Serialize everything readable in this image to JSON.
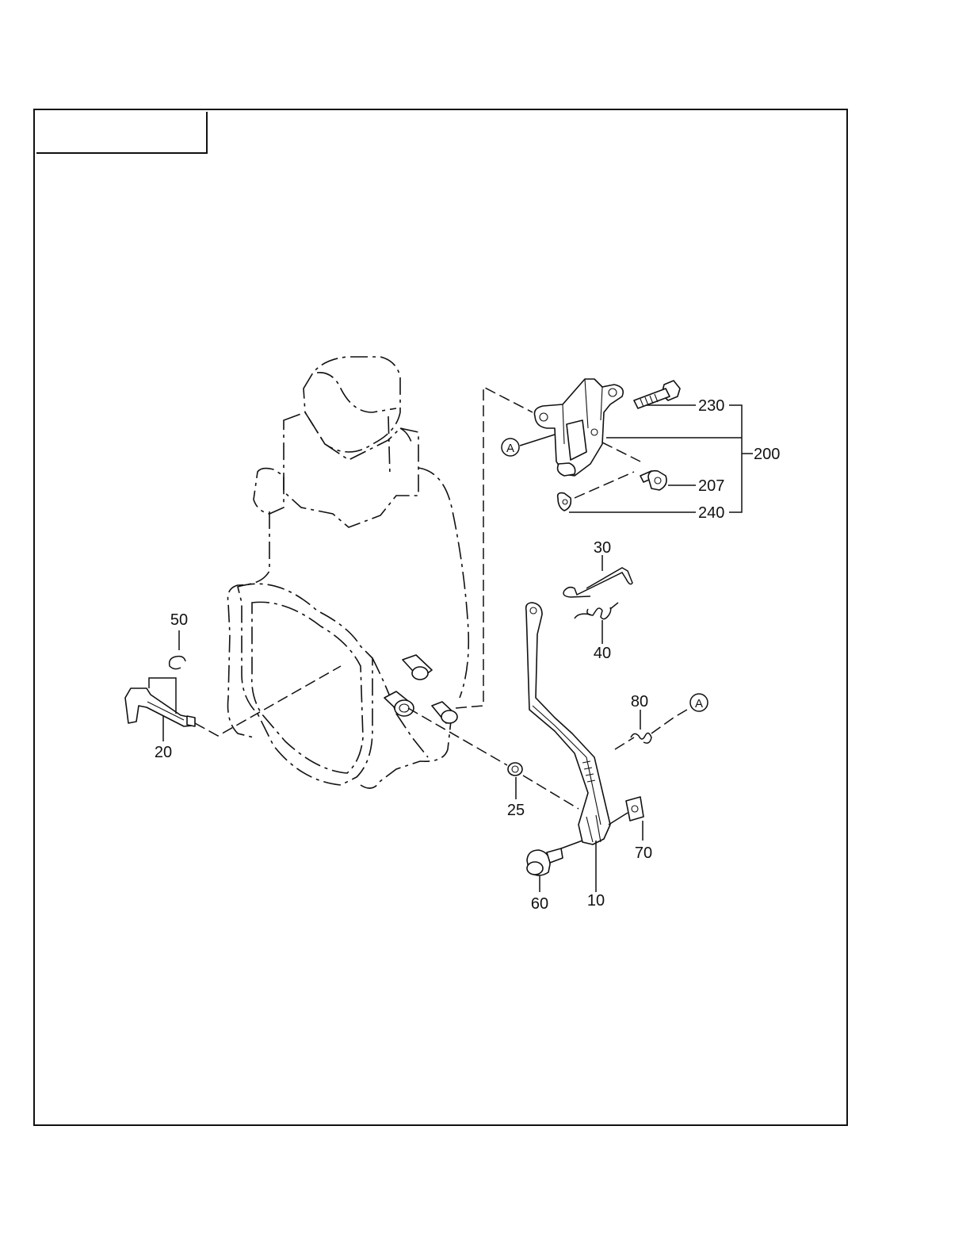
{
  "title_block": {
    "text": ""
  },
  "callouts": {
    "p10": "10",
    "p20": "20",
    "p25": "25",
    "p30": "30",
    "p40": "40",
    "p50": "50",
    "p60": "60",
    "p70": "70",
    "p80": "80",
    "p200": "200",
    "p207": "207",
    "p230": "230",
    "p240": "240"
  },
  "reference_marks": {
    "a_bracket": "A",
    "a_spring": "A"
  }
}
